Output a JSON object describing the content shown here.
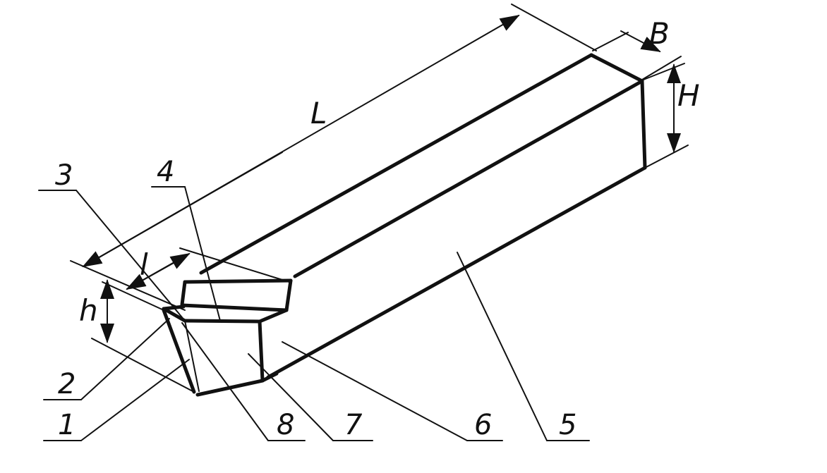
{
  "diagram": {
    "dimensions": {
      "length": "L",
      "width": "B",
      "height": "H",
      "head_height": "h",
      "head_length": "l"
    },
    "callouts": [
      "1",
      "2",
      "3",
      "4",
      "5",
      "6",
      "7",
      "8"
    ],
    "colors": {
      "ink": "#111111",
      "paper": "#ffffff"
    }
  }
}
